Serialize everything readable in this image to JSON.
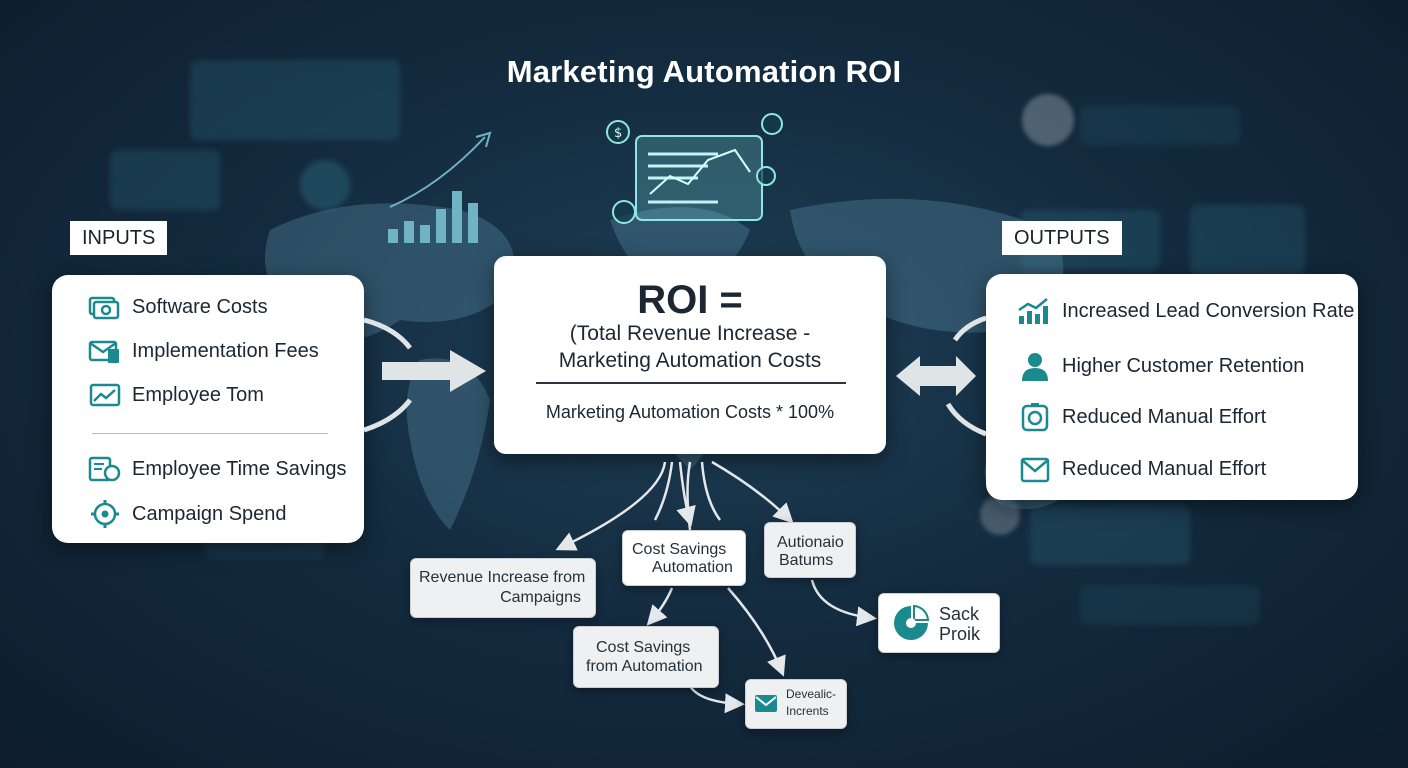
{
  "title": "Marketing Automation ROI",
  "inputs": {
    "tag": "INPUTS",
    "items": [
      {
        "label": "Software Costs",
        "icon": "money-icon"
      },
      {
        "label": "Implementation Fees",
        "icon": "invoice-icon"
      },
      {
        "label": "Employee Tom",
        "icon": "chart-card-icon"
      },
      {
        "label": "Employee Time Savings",
        "icon": "document-money-icon"
      },
      {
        "label": "Campaign Spend",
        "icon": "gear-icon"
      }
    ]
  },
  "formula": {
    "main": "ROI =",
    "line1": "(Total Revenue Increase -",
    "line2": "Marketing Automation Costs",
    "line3": "Marketing Automation Costs * 100%"
  },
  "outputs": {
    "tag": "OUTPUTS",
    "items": [
      {
        "label": "Increased Lead Conversion Rate",
        "icon": "growth-chart-icon"
      },
      {
        "label": "Higher Customer Retention",
        "icon": "person-icon"
      },
      {
        "label": "Reduced Manual Effort",
        "icon": "clock-icon"
      },
      {
        "label": "Reduced Manual Effort",
        "icon": "envelope-icon"
      }
    ]
  },
  "nodes": {
    "revenue": [
      "Revenue Increase from",
      "Campaigns"
    ],
    "cost_savings_1": [
      "Cost Savings",
      "Automation"
    ],
    "automation": [
      "Autionaio",
      "Batums"
    ],
    "cost_savings_2": [
      "Cost Savings",
      "from Automation"
    ],
    "stack": [
      "Sack",
      "Proik"
    ],
    "develop": [
      "Devealic-",
      "Incrents"
    ]
  },
  "colors": {
    "accent": "#1a8a8e",
    "panel": "#ffffff",
    "background": "#142c40"
  }
}
